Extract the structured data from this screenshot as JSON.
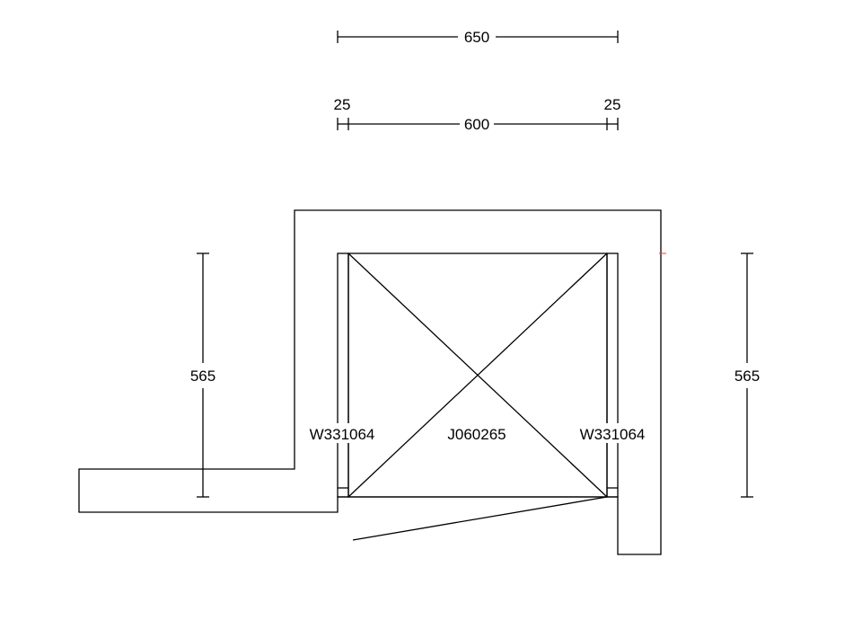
{
  "dimensions": {
    "overall_width": "650",
    "left_panel": "25",
    "right_panel": "25",
    "inner_width": "600",
    "left_height": "565",
    "right_height": "565"
  },
  "units": {
    "left_panel_code": "W331064",
    "center_unit_code": "J060265",
    "right_panel_code": "W331064"
  },
  "colors": {
    "line": "#000000",
    "accent_mark": "#e04040",
    "background": "#ffffff"
  }
}
